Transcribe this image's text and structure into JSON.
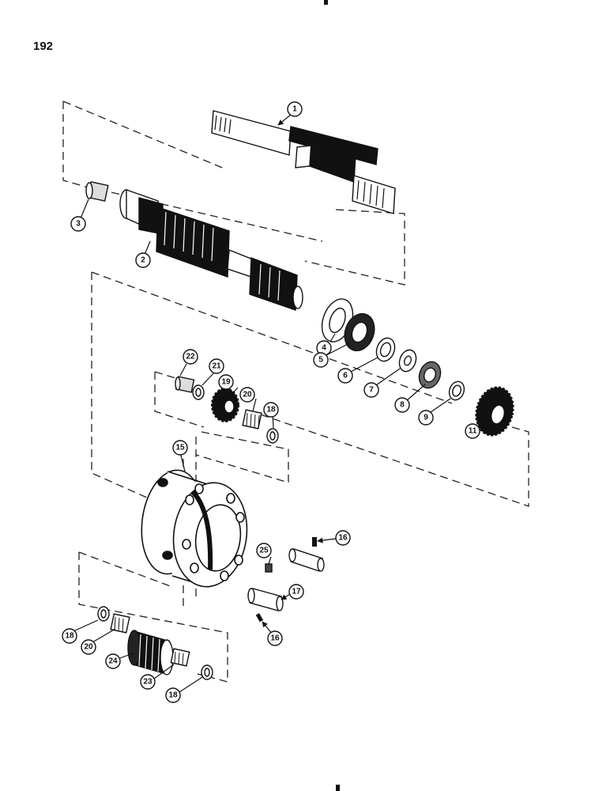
{
  "page": {
    "number": "192"
  },
  "callouts": [
    "1",
    "2",
    "3",
    "4",
    "5",
    "6",
    "7",
    "8",
    "9",
    "11",
    "15",
    "16",
    "16",
    "17",
    "18",
    "18",
    "18",
    "19",
    "20",
    "20",
    "21",
    "22",
    "23",
    "24",
    "25"
  ]
}
